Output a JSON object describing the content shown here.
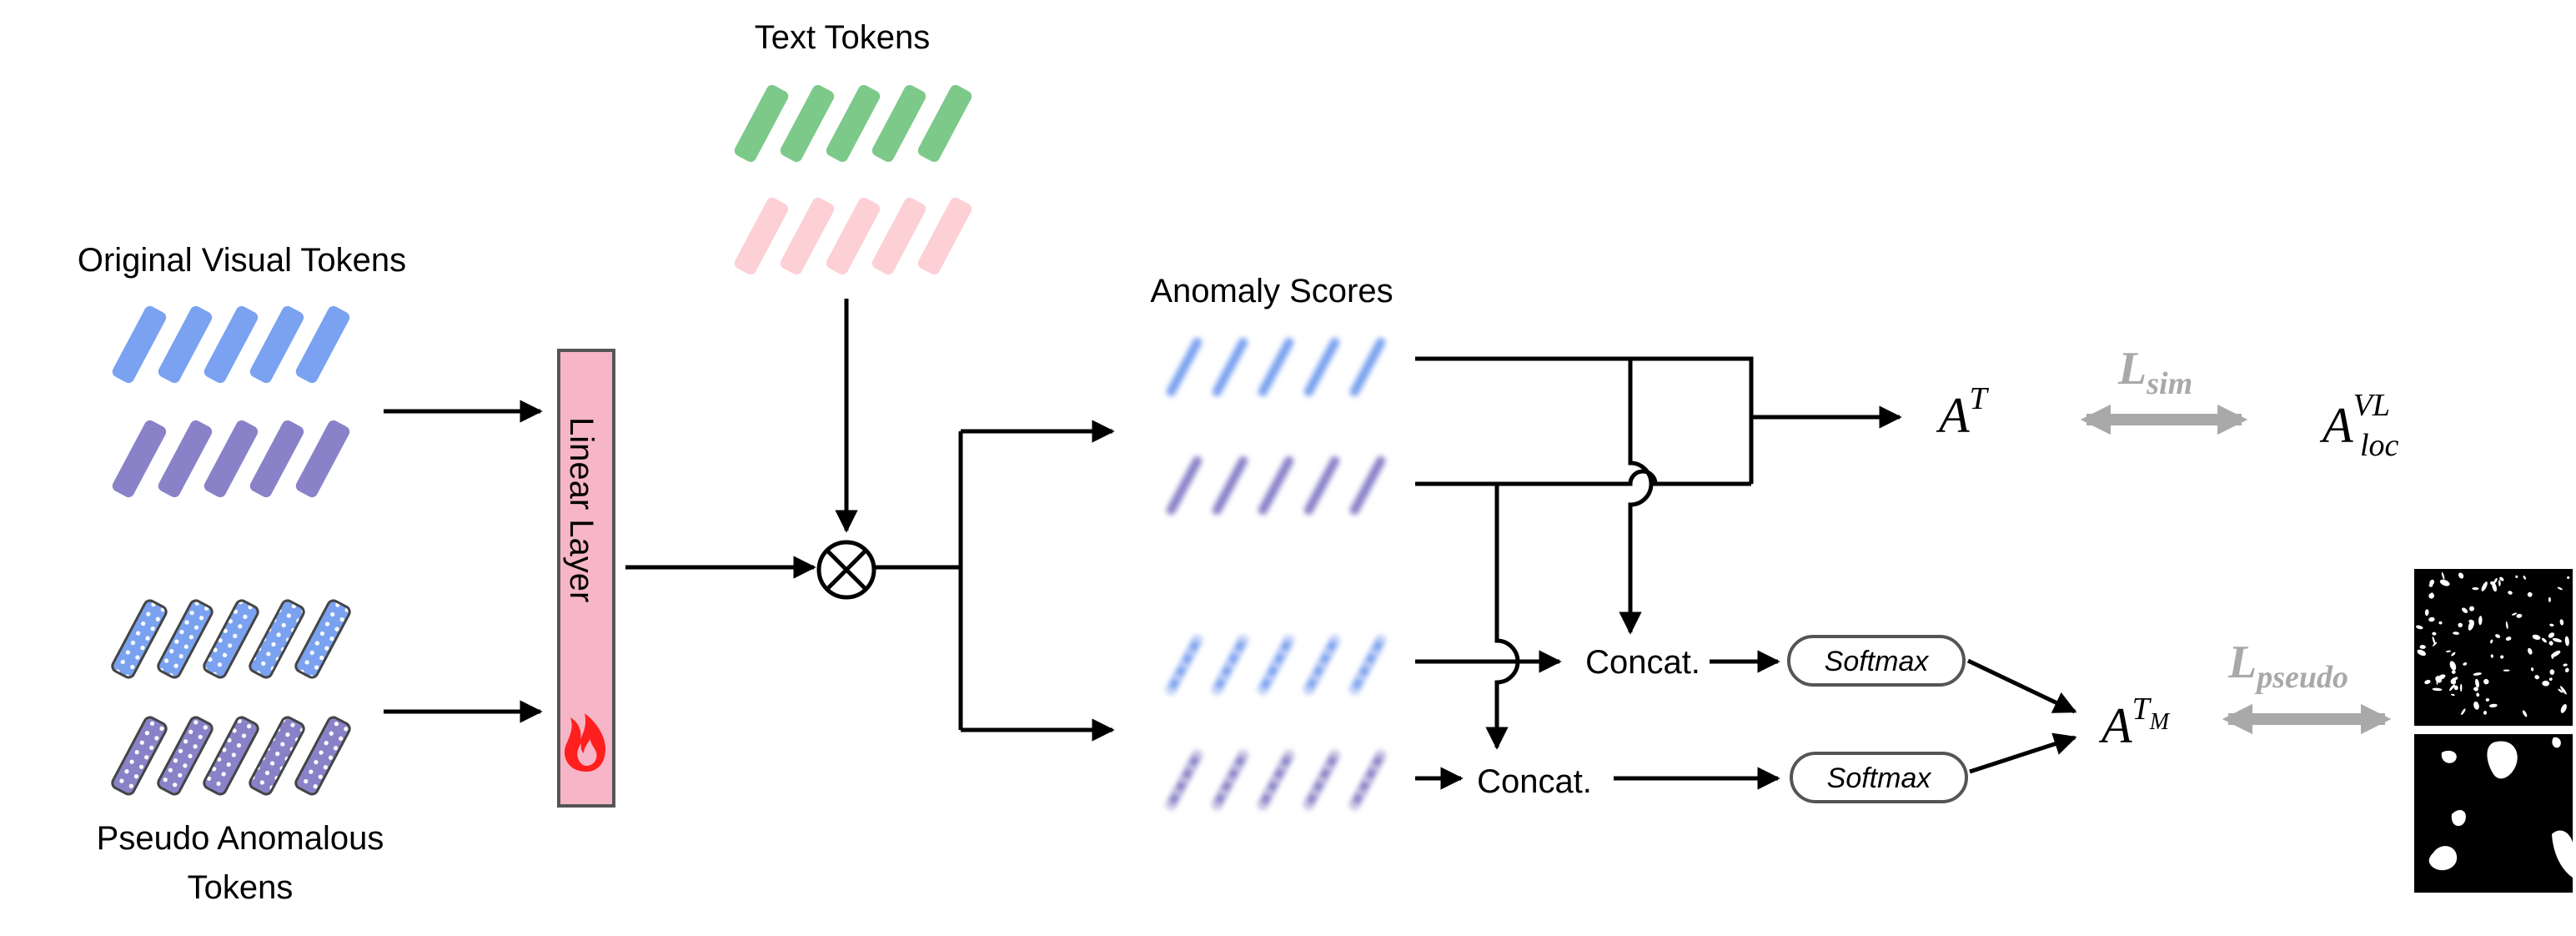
{
  "labels": {
    "text_tokens": "Text Tokens",
    "original_visual_tokens": "Original Visual Tokens",
    "pseudo_anomalous_tokens_line1": "Pseudo Anomalous",
    "pseudo_anomalous_tokens_line2": "Tokens",
    "anomaly_scores": "Anomaly Scores",
    "linear_layer": "Linear Layer",
    "concat_top": "Concat.",
    "concat_bottom": "Concat.",
    "softmax_top": "Softmax",
    "softmax_bottom": "Softmax"
  },
  "math": {
    "a_t_base": "A",
    "a_t_sup": "T",
    "a_vl_base": "A",
    "a_vl_sup": "VL",
    "a_vl_sub": "loc",
    "a_tm_base": "A",
    "a_tm_sup": "T",
    "a_tm_subsup": "M",
    "l_sim_base": "L",
    "l_sim_sub": "sim",
    "l_pseudo_base": "L",
    "l_pseudo_sub": "pseudo"
  },
  "colors": {
    "green_token": "#7dc98a",
    "pink_token": "#fcd0d4",
    "blue_token": "#7aa2f0",
    "purple_token": "#8a82c8",
    "linear_layer_fill": "#f7b6c7",
    "linear_layer_border": "#555555",
    "loss_arrow": "#a9a9a9",
    "flame": "#ff1f1f"
  },
  "icons": {
    "multiply": "circled-times-icon",
    "trainable": "flame-icon"
  }
}
